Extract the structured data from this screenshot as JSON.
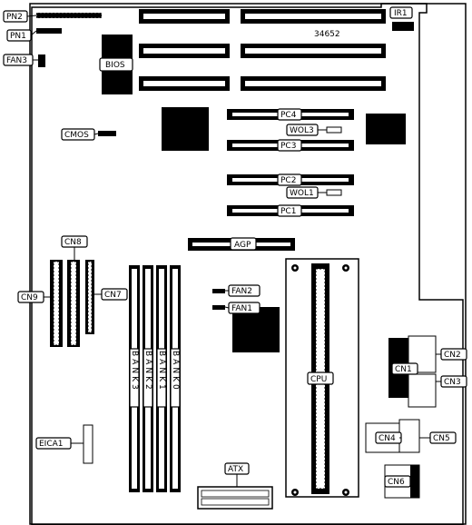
{
  "board": {
    "model": "34652"
  },
  "labels": {
    "pn2": "PN2",
    "pn1": "PN1",
    "fan3": "FAN3",
    "bios": "BIOS",
    "ir1": "IR1",
    "cmos": "CMOS",
    "pc4": "PC4",
    "wol3": "WOL3",
    "pc3": "PC3",
    "pc2": "PC2",
    "wol1": "WOL1",
    "pc1": "PC1",
    "agp": "AGP",
    "cn8": "CN8",
    "cn9": "CN9",
    "cn7": "CN7",
    "fan2": "FAN2",
    "fan1": "FAN1",
    "cpu": "CPU",
    "cn1": "CN1",
    "cn2": "CN2",
    "cn3": "CN3",
    "cn4": "CN4",
    "cn5": "CN5",
    "cn6": "CN6",
    "eica1": "EICA1",
    "atx": "ATX",
    "bank3": "BANK3",
    "bank2": "BANK2",
    "bank1": "BANK1",
    "bank0": "BANK0"
  },
  "colors": {
    "ink": "#000000",
    "paper": "#ffffff"
  }
}
